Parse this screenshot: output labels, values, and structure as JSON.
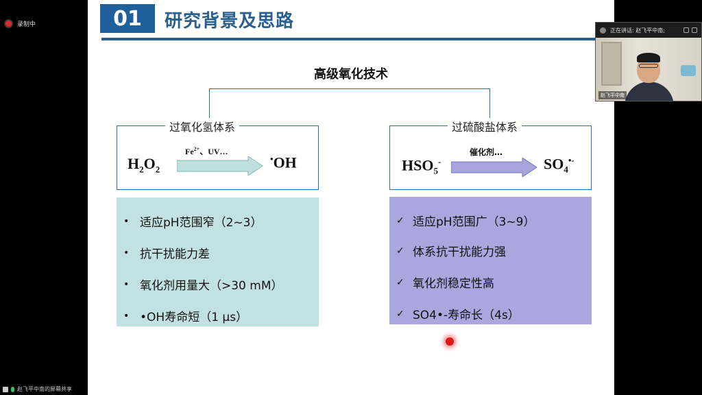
{
  "recording": {
    "label": "录制中"
  },
  "slide": {
    "section_number": "01",
    "section_title": "研究背景及思路",
    "main_title": "高级氧化技术",
    "left_system": {
      "label": "过氧化氢体系",
      "reactant": "H2O2",
      "condition": "Fe2+、UV…",
      "product": "•OH",
      "features": [
        "适应pH范围窄（2~3）",
        "抗干扰能力差",
        "氧化剂用量大（>30 mM）",
        "•OH寿命短（1 μs）"
      ],
      "bullet": "•"
    },
    "right_system": {
      "label": "过硫酸盐体系",
      "reactant": "HSO5-",
      "condition": "催化剂…",
      "product": "SO4•-",
      "features": [
        "适应pH范围广（3~9）",
        "体系抗干扰能力强",
        "氧化剂稳定性高",
        "SO4•-寿命长（4s）"
      ],
      "bullet": "✓"
    },
    "colors": {
      "title_blue": "#2a5e8c",
      "number_box": "#1f5f9a",
      "teal_panel": "#c2e1e2",
      "purple_panel": "#a9a7de",
      "arrow_teal": "#bfe0df",
      "arrow_purple": "#a7a4dc"
    }
  },
  "video": {
    "speaking_label": "正在讲话: 赵飞平中南;",
    "participant_name": "赵飞平中南"
  },
  "screen_share": {
    "label": "赵飞平中南的屏幕共享"
  }
}
